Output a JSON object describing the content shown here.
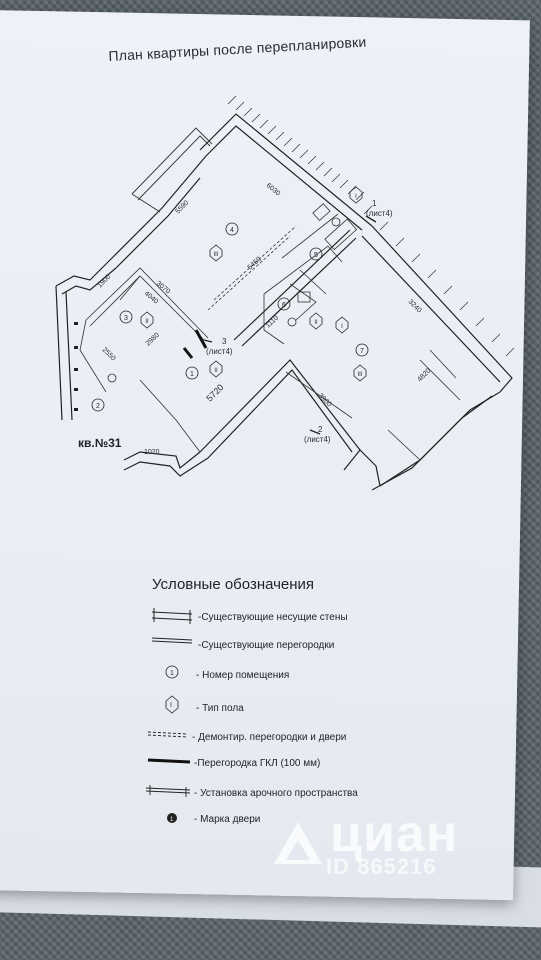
{
  "title": "План квартиры после перепланировки",
  "apartment_label": "кв.№31",
  "dimensions": {
    "d6030": "6030",
    "d5590": "5590",
    "d3070": "3070",
    "d4040": "4040",
    "d1900": "1900",
    "d5450": "5450",
    "d2550": "2550",
    "d2980": "2980",
    "d5720": "5720",
    "d1020": "1020",
    "d1110": "1110",
    "d3240": "3240",
    "d3900": "3900",
    "d4820": "4820"
  },
  "rooms": [
    "1",
    "2",
    "3",
    "4",
    "5",
    "6",
    "7"
  ],
  "floor_types": {
    "ii": "II",
    "iii": "III",
    "i": "I"
  },
  "section_marks": {
    "s1_num": "1",
    "s1_sheet": "(лист4)",
    "s2_num": "2",
    "s2_sheet": "(лист4)",
    "s3_num": "3",
    "s3_sheet": "(лист4)"
  },
  "legend": {
    "title": "Условные обозначения",
    "items": [
      "-Существующие несущие стены",
      "-Существующие перегородки",
      "- Номер помещения",
      "- Тип пола",
      "- Демонтир. перегородки и двери",
      "-Перегородка  ГКЛ (100 мм)",
      "- Установка арочного пространства",
      "- Марка двери"
    ],
    "room_symbol": "1",
    "floor_symbol": "I",
    "door_symbol": "1"
  },
  "watermark": {
    "brand": "циан",
    "id": "ID 865216"
  }
}
